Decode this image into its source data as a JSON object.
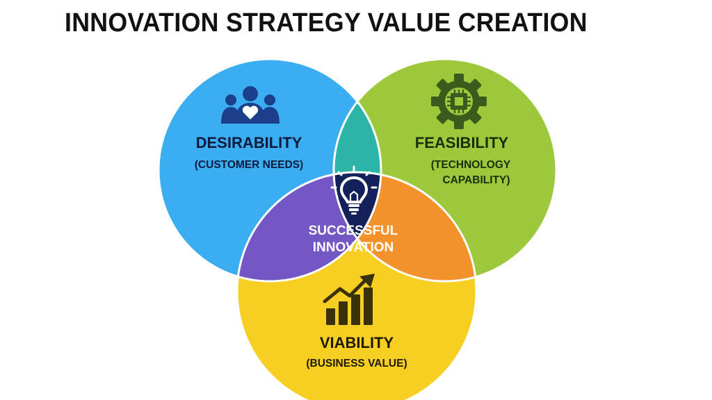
{
  "title": "INNOVATION STRATEGY VALUE CREATION",
  "circles": {
    "desirability": {
      "label": "DESIRABILITY",
      "sub1": "(CUSTOMER NEEDS)",
      "icon": "people-heart-icon",
      "color": "#3aaef0"
    },
    "feasibility": {
      "label": "FEASIBILITY",
      "sub1": "(TECHNOLOGY",
      "sub2": "CAPABILITY)",
      "icon": "gear-chip-icon",
      "color": "#9dc83c"
    },
    "viability": {
      "label": "VIABILITY",
      "sub1": "(BUSINESS VALUE)",
      "icon": "growth-chart-icon",
      "color": "#f7cf22"
    }
  },
  "center": {
    "line1": "SUCCESSFUL",
    "line2": "INNOVATION",
    "icon": "lightbulb-icon",
    "color": "#13205a"
  },
  "overlap_colors": {
    "desirability_feasibility": "#2cb5a6",
    "desirability_viability": "#7357c4",
    "feasibility_viability": "#f3922a"
  },
  "icon_colors": {
    "desirability": "#1c3f8c",
    "feasibility": "#3a5b1c",
    "viability": "#3a3108"
  }
}
